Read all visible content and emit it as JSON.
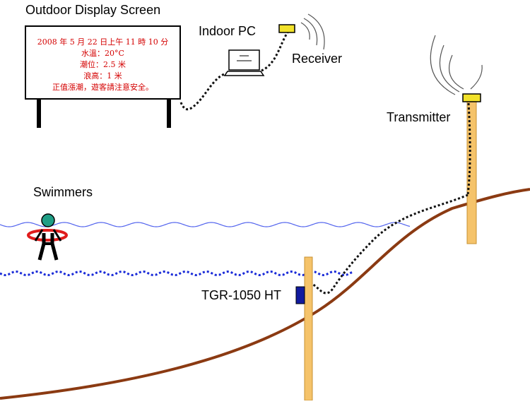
{
  "labels": {
    "outdoor_display": "Outdoor Display Screen",
    "indoor_pc": "Indoor PC",
    "receiver": "Receiver",
    "transmitter": "Transmitter",
    "swimmers": "Swimmers",
    "sensor": "TGR-1050 HT"
  },
  "screen": {
    "lines": [
      "2008 年 5 月 22 日上午 11 時 10 分",
      "水溫：20°C",
      "潮位：2.5 米",
      "浪高：1 米",
      "正值漲潮，遊客請注意安全。"
    ]
  },
  "colors": {
    "screen_text": "#d40000",
    "water_surface": "#5566ee",
    "water_dotted": "#1a2bd8",
    "seabed": "#8b3a12",
    "pole": "#f5c36a",
    "pole_border": "#c79032",
    "device_yellow": "#f2e22a",
    "sensor_blue": "#111a9e",
    "swimmer_head": "#1f9e85",
    "lifebuoy": "#e01c1c"
  }
}
